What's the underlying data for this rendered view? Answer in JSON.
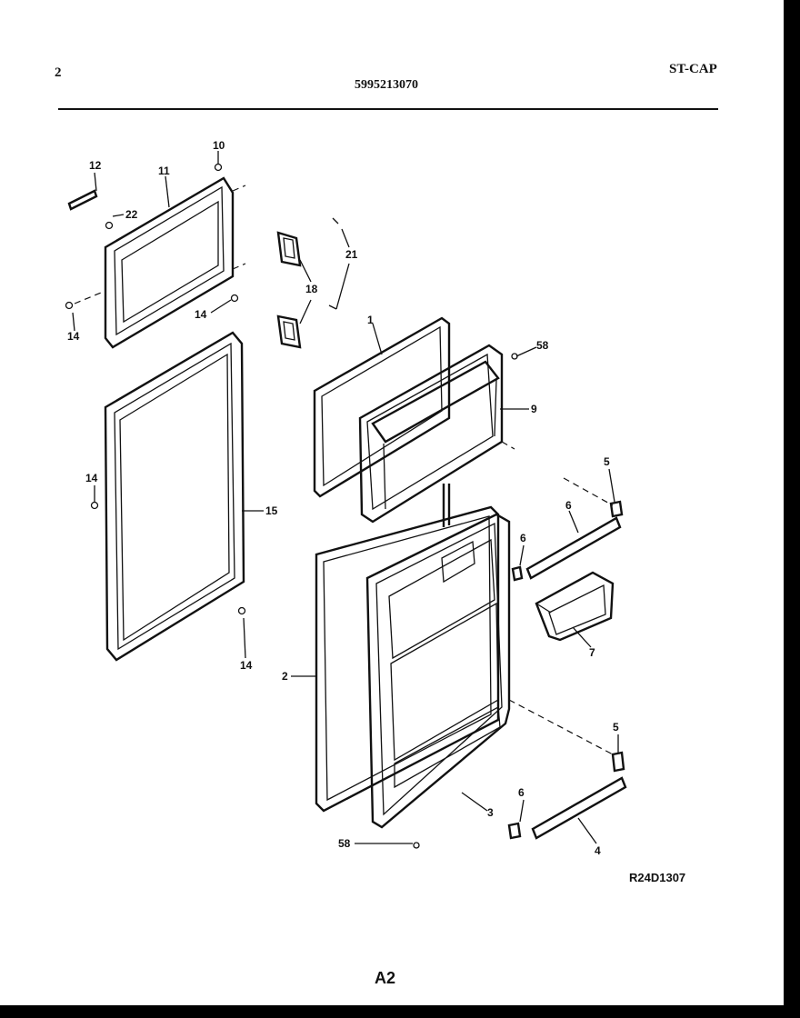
{
  "header": {
    "page_number": "2",
    "document_number": "5995213070",
    "model_code": "ST-CAP"
  },
  "footer": {
    "figure_code": "R24D1307",
    "sheet_label": "A2"
  },
  "callouts": {
    "c1": "1",
    "c2": "2",
    "c3": "3",
    "c4": "4",
    "c5a": "5",
    "c5b": "5",
    "c6a": "6",
    "c6b": "6",
    "c6c": "6",
    "c7": "7",
    "c9": "9",
    "c10": "10",
    "c11": "11",
    "c12": "12",
    "c14a": "14",
    "c14b": "14",
    "c14c": "14",
    "c14d": "14",
    "c15": "15",
    "c18": "18",
    "c21": "21",
    "c22": "22",
    "c58a": "58",
    "c58b": "58"
  }
}
